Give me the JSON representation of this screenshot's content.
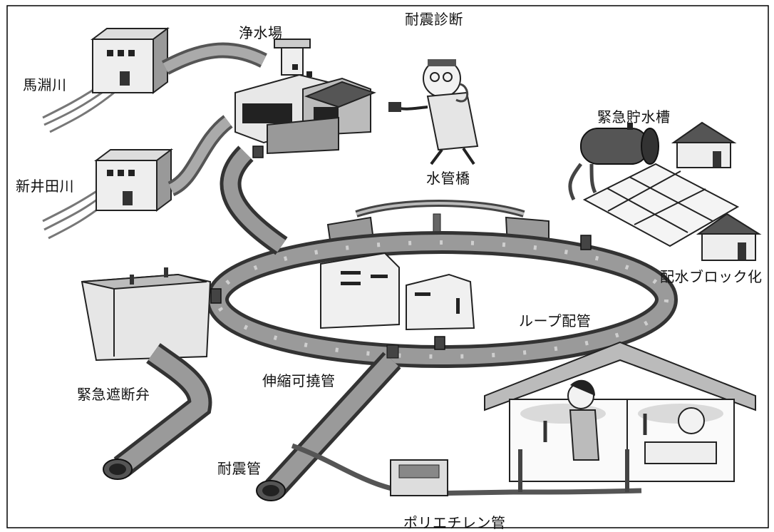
{
  "labels": {
    "umabuchi_river": "馬淵川",
    "shin_ida_river": "新井田川",
    "water_plant": "浄水場",
    "seismic_diagnosis": "耐震診断",
    "water_bridge": "水管橋",
    "emergency_tank": "緊急貯水槽",
    "distribution_block": "配水ブロック化",
    "loop_piping": "ループ配管",
    "emergency_valve": "緊急遮断弁",
    "flexible_pipe": "伸縮可撓管",
    "seismic_pipe": "耐震管",
    "polyethylene_pipe": "ポリエチレン管"
  }
}
